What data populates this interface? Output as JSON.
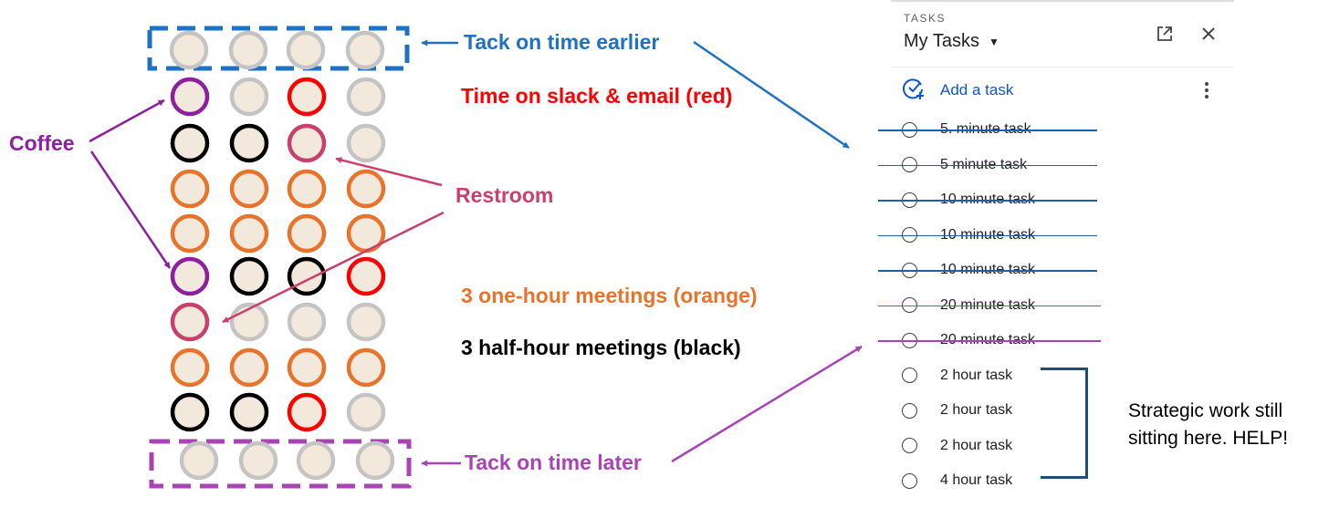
{
  "labels": {
    "earlier": "Tack on time earlier",
    "slack_email": "Time on slack & email (red)",
    "coffee": "Coffee",
    "restroom": "Restroom",
    "one_hour": "3 one-hour meetings (orange)",
    "half_hour": "3 half-hour meetings (black)",
    "later": "Tack on time later",
    "strategic_line1": "Strategic work still",
    "strategic_line2": "sitting here. HELP!"
  },
  "colors": {
    "empty": "#c4c4c4",
    "slack_email": "#ff0000",
    "coffee": "#8e1f9e",
    "restroom": "#c9406b",
    "one_hour": "#e8742c",
    "half_hour": "#000000",
    "circle_fill": "#f2e9dc",
    "blue_accent": "#1f72c2",
    "purple_accent": "#a944b5"
  },
  "grid": {
    "rows": [
      [
        "empty",
        "empty",
        "empty",
        "empty"
      ],
      [
        "coffee",
        "empty",
        "slack_email",
        "empty"
      ],
      [
        "half_hour",
        "half_hour",
        "restroom",
        "empty"
      ],
      [
        "one_hour",
        "one_hour",
        "one_hour",
        "one_hour"
      ],
      [
        "one_hour",
        "one_hour",
        "one_hour",
        "one_hour"
      ],
      [
        "coffee",
        "half_hour",
        "half_hour",
        "slack_email"
      ],
      [
        "restroom",
        "empty",
        "empty",
        "empty"
      ],
      [
        "one_hour",
        "one_hour",
        "one_hour",
        "one_hour"
      ],
      [
        "half_hour",
        "half_hour",
        "slack_email",
        "empty"
      ],
      [
        "empty",
        "empty",
        "empty",
        "empty"
      ]
    ]
  },
  "tasks_panel": {
    "kicker": "TASKS",
    "list_name": "My Tasks",
    "add_label": "Add a task",
    "icons": {
      "dropdown": "caret-down-icon",
      "open": "open-in-new-icon",
      "close": "close-icon",
      "add": "add-task-icon",
      "more": "more-vert-icon"
    },
    "items": [
      {
        "label": "5. minute task",
        "struck": true,
        "strike_color": "#1f5fa8"
      },
      {
        "label": "5 minute task",
        "struck": true,
        "strike_color": "#1f5fa8"
      },
      {
        "label": "10 minute task",
        "struck": true,
        "strike_color": "#1f5fa8"
      },
      {
        "label": "10 minute task",
        "struck": true,
        "strike_color": "#1f5fa8"
      },
      {
        "label": "10 minute task",
        "struck": true,
        "strike_color": "#1f5fa8"
      },
      {
        "label": "20 minute task",
        "struck": true,
        "strike_color": "#a944b5"
      },
      {
        "label": "20 minute task",
        "struck": true,
        "strike_color": "#a944b5"
      },
      {
        "label": "2 hour task",
        "struck": false
      },
      {
        "label": "2 hour task",
        "struck": false
      },
      {
        "label": "2 hour task",
        "struck": false
      },
      {
        "label": "4 hour task",
        "struck": false
      }
    ]
  }
}
